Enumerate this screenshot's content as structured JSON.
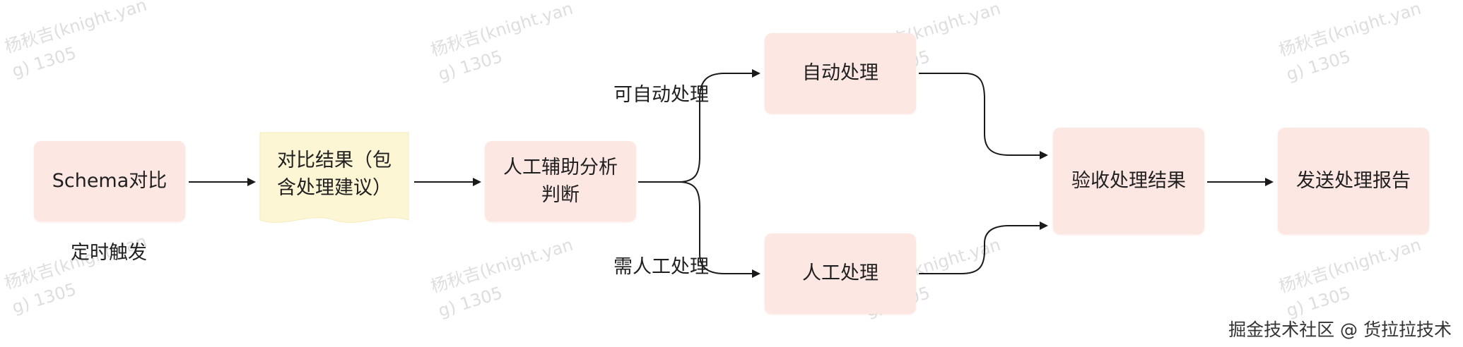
{
  "nodes": {
    "schema_compare": "Schema对比",
    "compare_result": "对比结果（包含处理建议）",
    "manual_assist": "人工辅助分析判断",
    "auto_process": "自动处理",
    "manual_process": "人工处理",
    "verify_result": "验收处理结果",
    "send_report": "发送处理报告"
  },
  "labels": {
    "timer_trigger": "定时触发",
    "can_auto": "可自动处理",
    "need_manual": "需人工处理"
  },
  "watermark": {
    "line1": "杨秋吉(knight.yan",
    "line2": "g) 1305"
  },
  "footer": "掘金技术社区 @ 货拉拉技术",
  "colors": {
    "process_fill": "#fde7e3",
    "document_fill": "#fdf6d4",
    "edge": "#1a1a1a",
    "watermark": "#dedede"
  }
}
